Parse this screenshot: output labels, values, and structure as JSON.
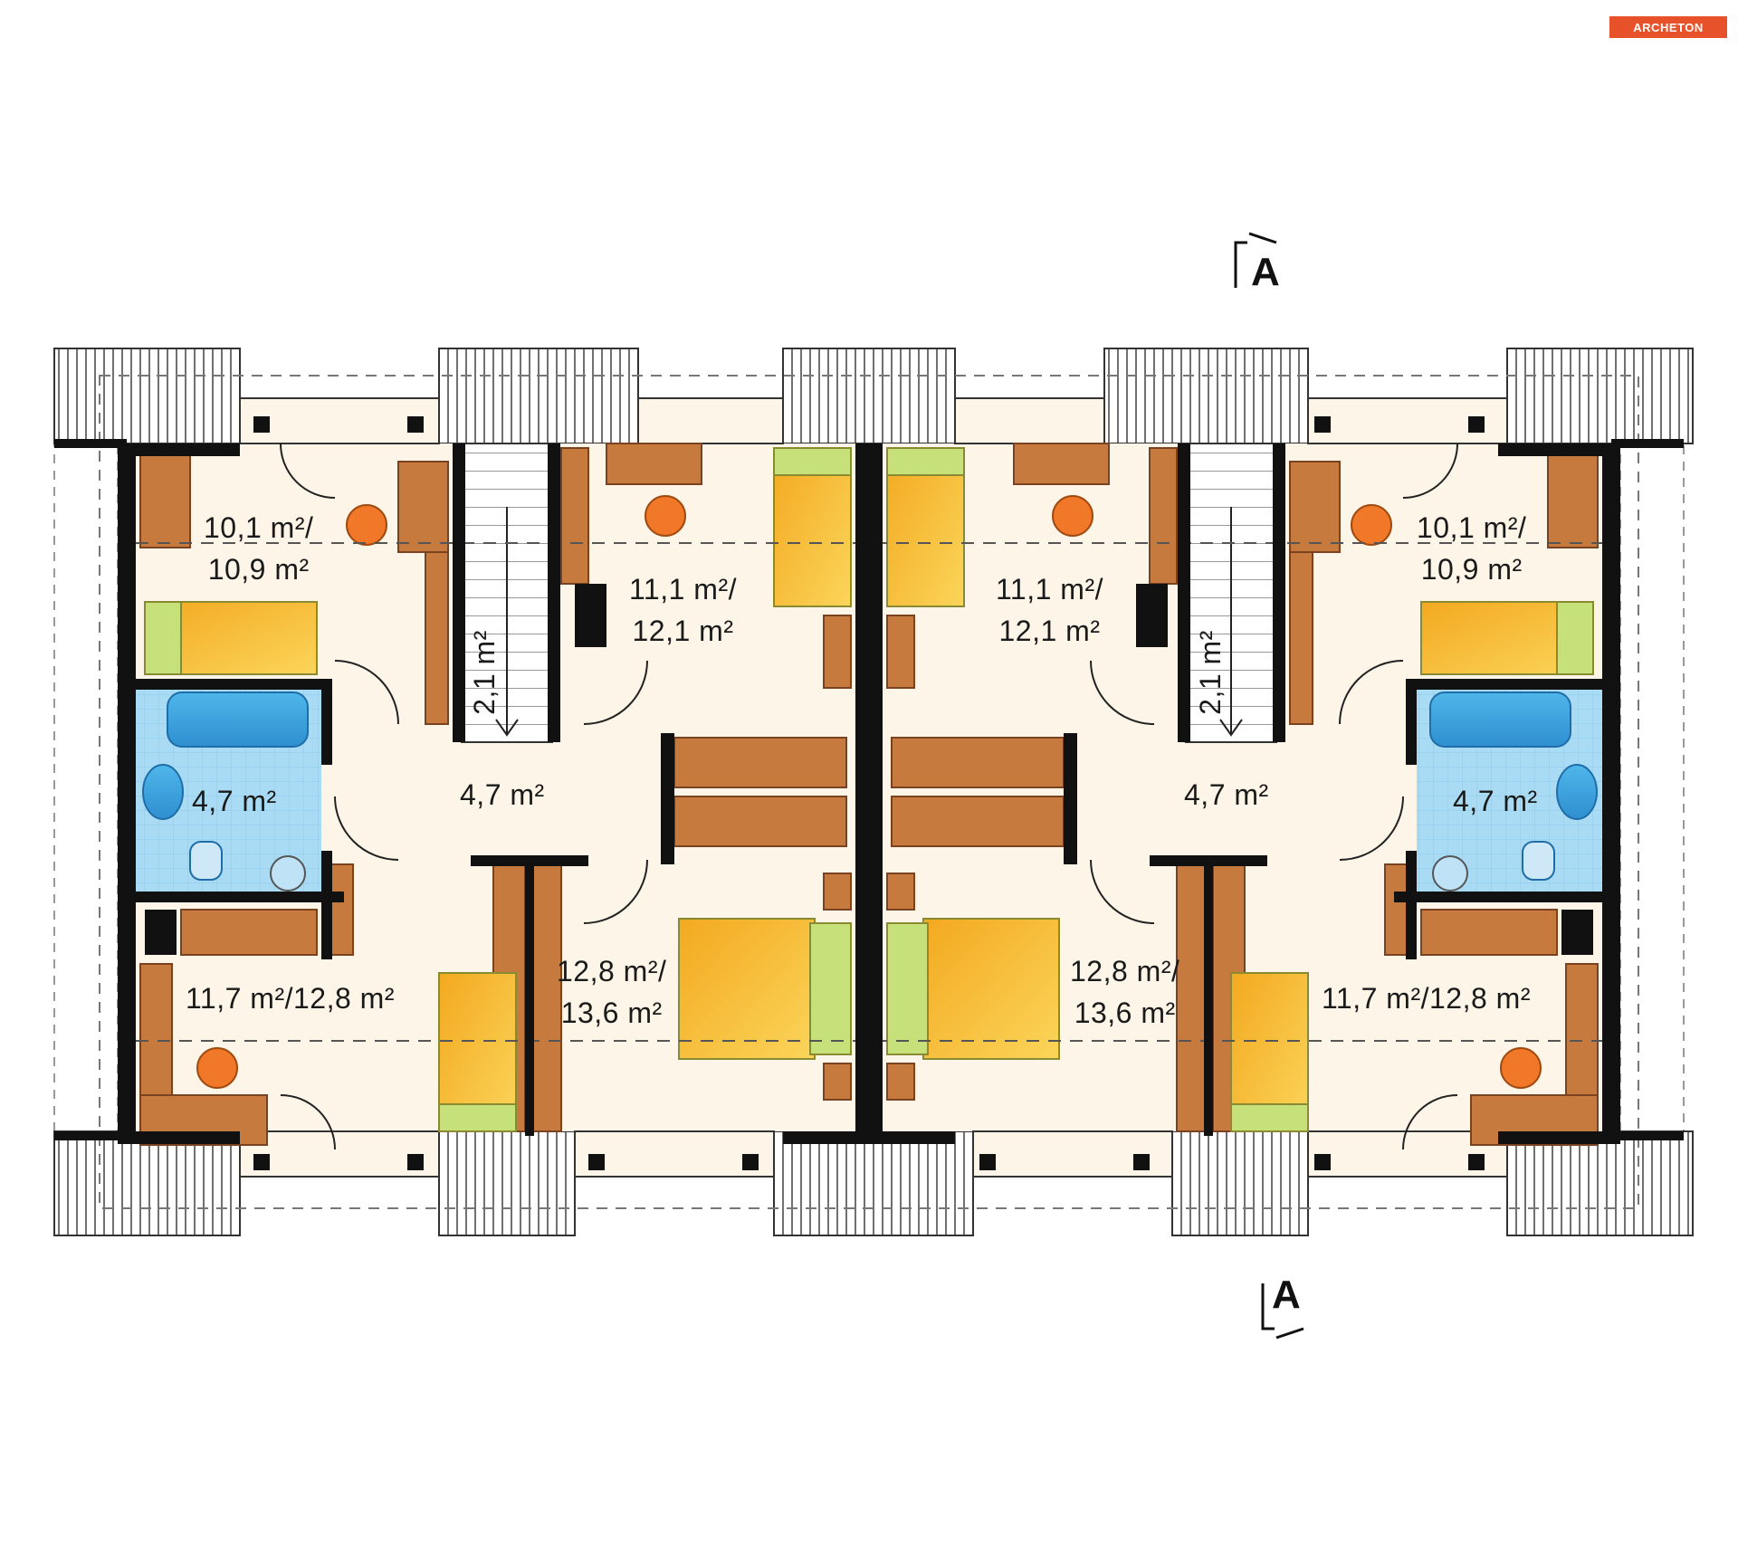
{
  "logo": {
    "text": "ARCHETON"
  },
  "section_marks": {
    "top": "A",
    "bottom": "A"
  },
  "colors": {
    "floor": "#fdf5e8",
    "wall": "#111111",
    "furniture_wood": "#c77a3e",
    "bed_yellow": "#f5b82e",
    "bed_green": "#c6e07a",
    "bathroom_tile": "#a9dcf4",
    "chair_orange": "#f07828",
    "accent_logo": "#e8522a"
  },
  "rooms": {
    "left_top_left": {
      "line1": "10,1 m²/",
      "line2": "10,9 m²"
    },
    "left_top_mid": {
      "line1": "11,1 m²/",
      "line2": "12,1 m²"
    },
    "left_bath": {
      "line1": "4,7 m²"
    },
    "left_hall": {
      "line1": "4,7 m²"
    },
    "left_stair": {
      "line1": "2,1 m²"
    },
    "left_bottom_left": {
      "line1": "11,7 m²/12,8 m²"
    },
    "left_bottom_mid": {
      "line1": "12,8 m²/",
      "line2": "13,6 m²"
    },
    "right_top_mid": {
      "line1": "11,1 m²/",
      "line2": "12,1 m²"
    },
    "right_top_right": {
      "line1": "10,1 m²/",
      "line2": "10,9 m²"
    },
    "right_stair": {
      "line1": "2,1 m²"
    },
    "right_hall": {
      "line1": "4,7 m²"
    },
    "right_bath": {
      "line1": "4,7 m²"
    },
    "right_bottom_mid": {
      "line1": "12,8 m²/",
      "line2": "13,6 m²"
    },
    "right_bottom_right": {
      "line1": "11,7 m²/12,8 m²"
    }
  }
}
